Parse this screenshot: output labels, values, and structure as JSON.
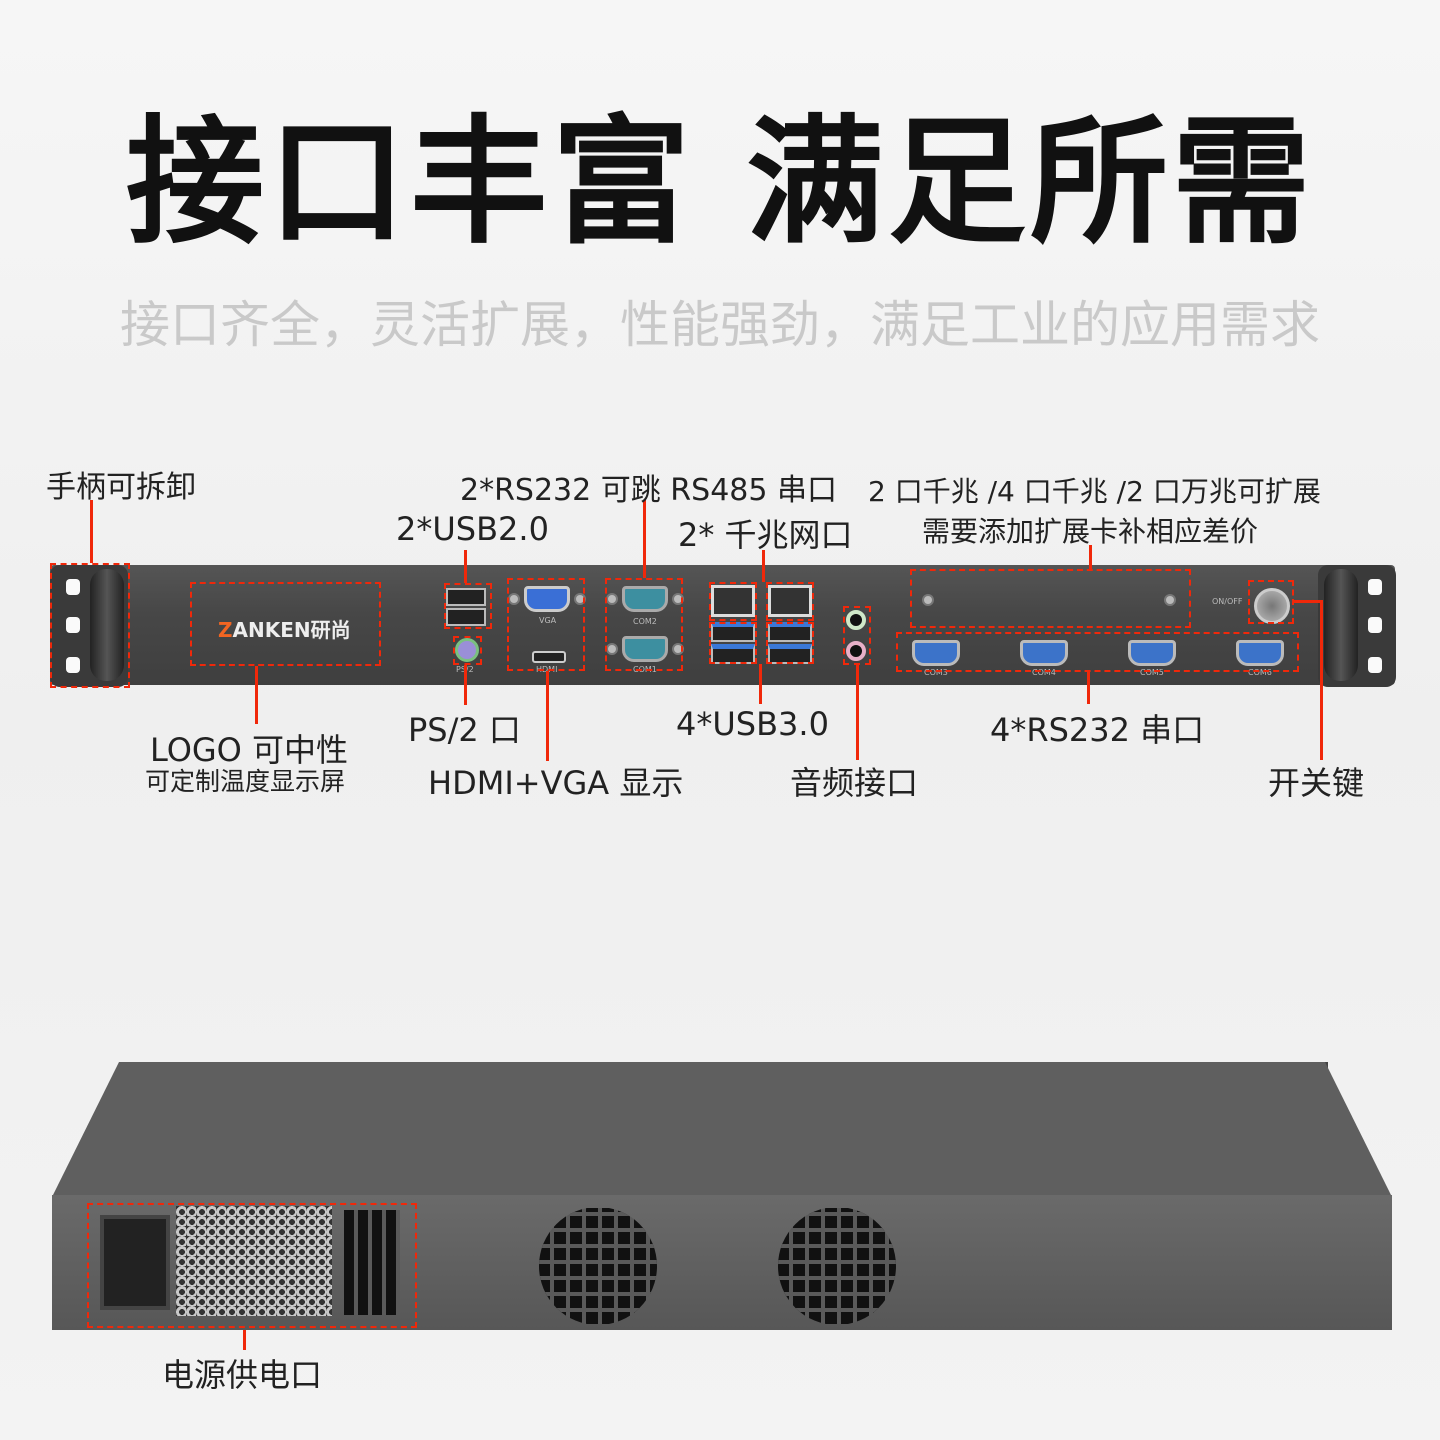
{
  "header": {
    "title": "接口丰富 满足所需",
    "subtitle": "接口齐全，灵活扩展，性能强劲，满足工业的应用需求"
  },
  "brand": {
    "logo_text": "ANKEN研尚"
  },
  "panel_labels": {
    "vga": "VGA",
    "com2": "COM2",
    "com1": "COM1",
    "hdmi": "HDMI",
    "ps2": "PS/2",
    "onoff": "ON/OFF",
    "com3": "COM3",
    "com4": "COM4",
    "com5": "COM5",
    "com6": "COM6"
  },
  "callouts": {
    "handle": "手柄可拆卸",
    "rs232_top": "2*RS232 可跳 RS485 串口",
    "usb2": "2*USB2.0",
    "lan": "2* 千兆网口",
    "expansion_line1": "2 口千兆 /4 口千兆 /2 口万兆可扩展",
    "expansion_line2": "需要添加扩展卡补相应差价",
    "logo_line1": "LOGO 可中性",
    "logo_line2": "可定制温度显示屏",
    "ps2": "PS/2 口",
    "display": "HDMI+VGA 显示",
    "usb3": "4*USB3.0",
    "audio": "音频接口",
    "rs232_bottom": "4*RS232 串口",
    "power_switch": "开关键",
    "power_supply": "电源供电口"
  },
  "colors": {
    "accent": "#f0280a",
    "panel": "#474747",
    "subtitle": "#c9c9c9"
  }
}
